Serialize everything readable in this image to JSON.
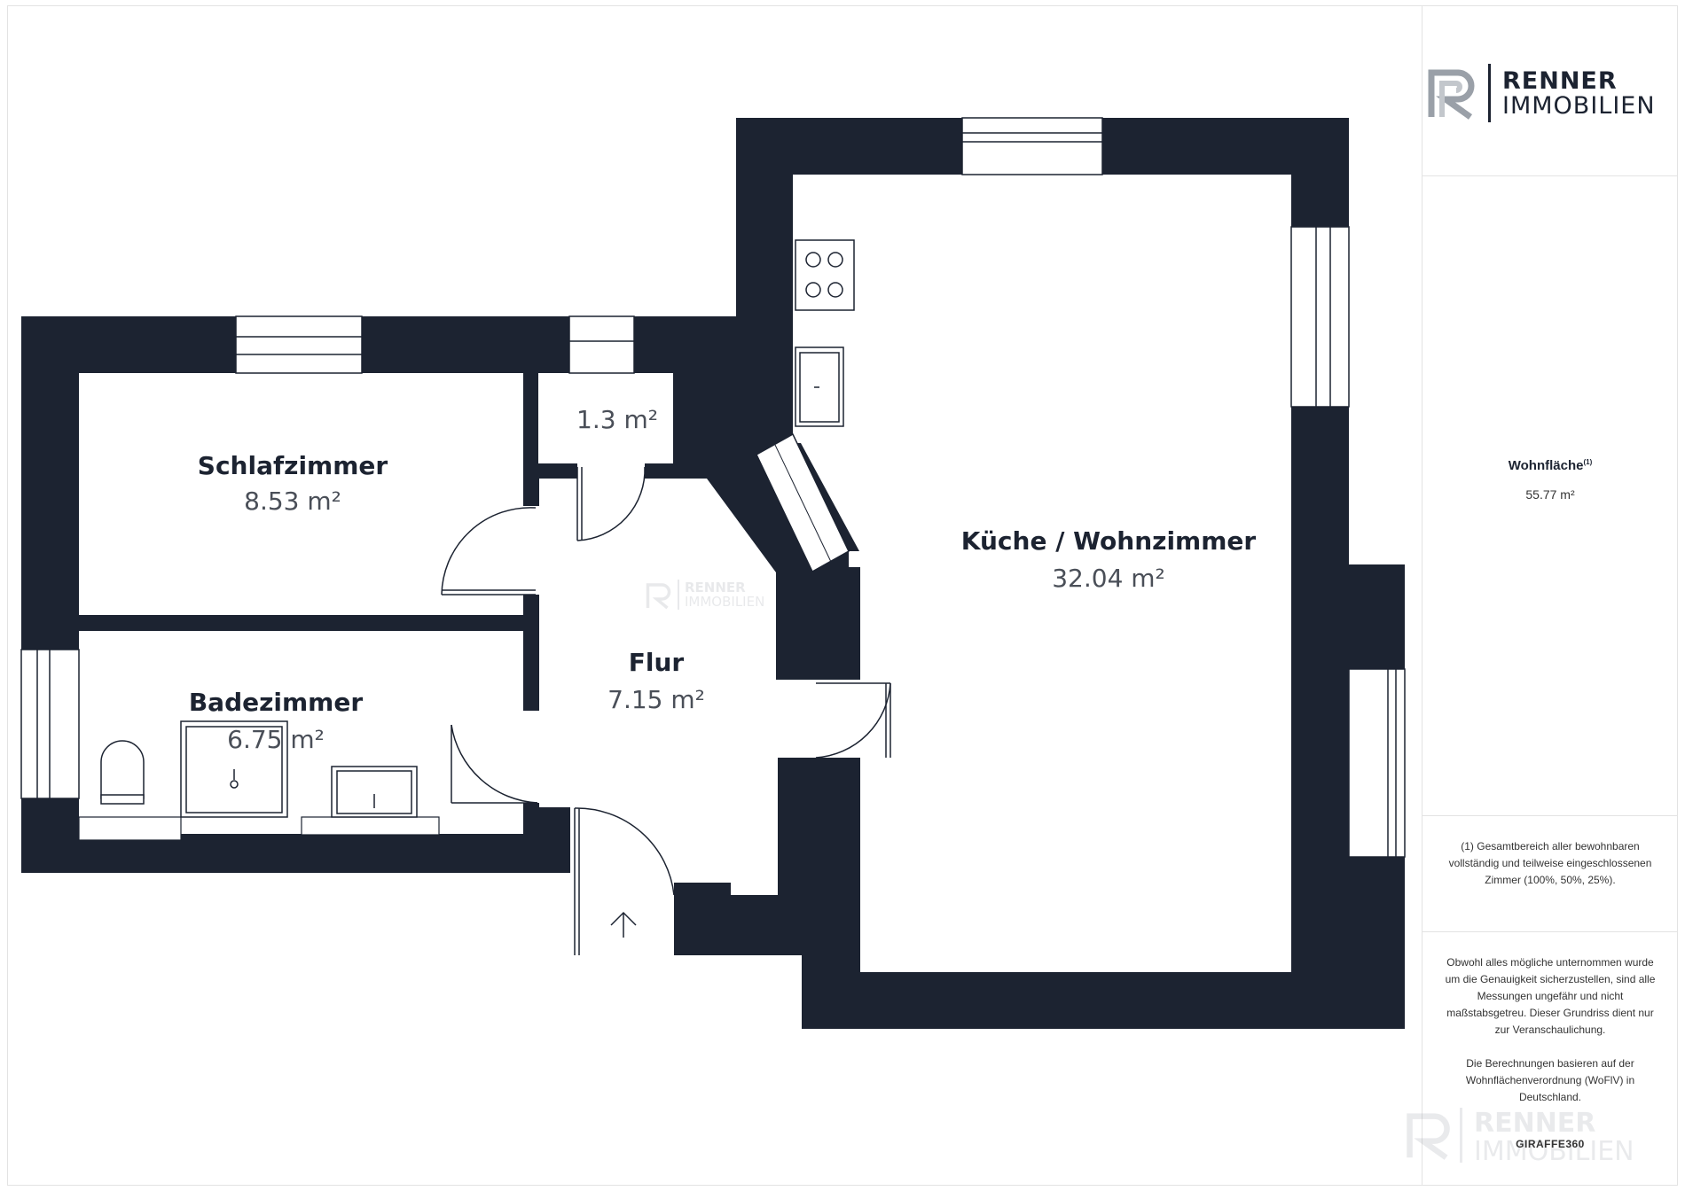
{
  "brand": {
    "name_line1": "RENNER",
    "name_line2": "IMMOBILIEN",
    "color": "#1c2331"
  },
  "rooms": [
    {
      "name": "Schlafzimmer",
      "area": "8.53 m²"
    },
    {
      "name": "",
      "area": "1.3 m²"
    },
    {
      "name": "Küche / Wohnzimmer",
      "area": "32.04 m²"
    },
    {
      "name": "Flur",
      "area": "7.15 m²"
    },
    {
      "name": "Badezimmer",
      "area": "6.75 m²"
    }
  ],
  "summary": {
    "label": "Wohnfläche",
    "label_sup": "(1)",
    "value": "55.77 m²"
  },
  "footnote": "(1) Gesamtbereich aller bewohnbaren vollständig und teilweise eingeschlossenen Zimmer (100%, 50%, 25%).",
  "disclaimer": {
    "paragraph1": "Obwohl alles mögliche unternommen wurde um die Genauigkeit sicherzustellen, sind alle Messungen ungefähr und nicht maßstabsgetreu. Dieser Grundriss dient nur zur Veranschaulichung.",
    "paragraph2": "Die Berechnungen basieren auf der Wohnflächenverordnung (WoFlV) in Deutschland.",
    "credit": "GIRAFFE360"
  },
  "colors": {
    "wall": "#1c2331",
    "floor": "#ffffff"
  }
}
